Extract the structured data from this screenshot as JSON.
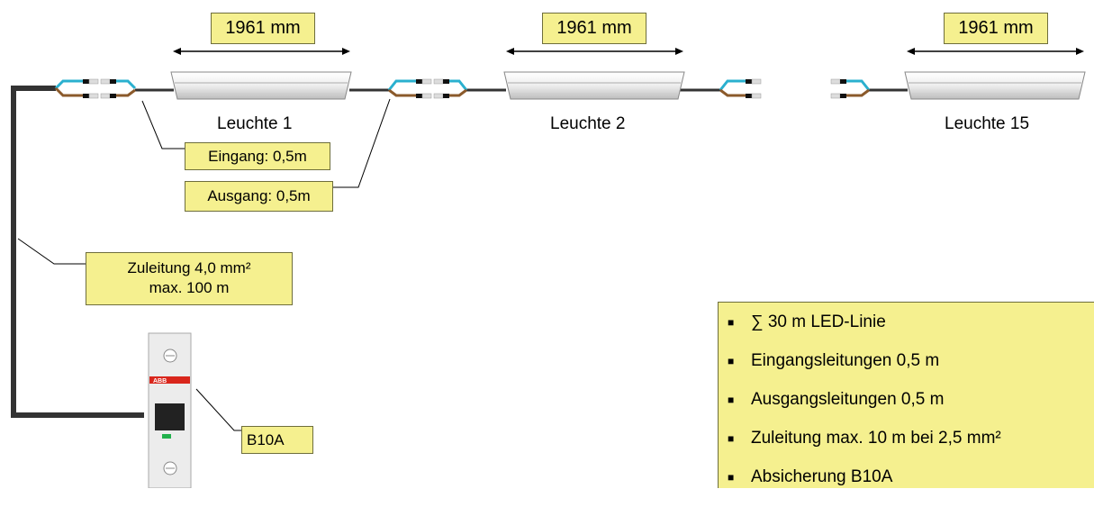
{
  "dimensions": {
    "lamp1": "1961 mm",
    "lamp2": "1961 mm",
    "lamp15": "1961 mm"
  },
  "lamps": {
    "lamp1": "Leuchte 1",
    "lamp2": "Leuchte 2",
    "lamp15": "Leuchte 15"
  },
  "callouts": {
    "input": "Eingang: 0,5m",
    "output": "Ausgang: 0,5m",
    "supply_line1": "Zuleitung 4,0 mm²",
    "supply_line2": "max. 100 m",
    "breaker": "B10A"
  },
  "breaker_brand": "ABB",
  "summary": [
    "∑ 30 m LED-Linie",
    "Eingangsleitungen 0,5 m",
    "Ausgangsleitungen 0,5 m",
    "Zuleitung max. 10 m bei 2,5 mm²",
    "Absicherung B10A"
  ],
  "colors": {
    "note_fill": "#f5f08f",
    "wire_blue": "#2ab0cf",
    "wire_brown": "#8b5a2b",
    "cable": "#333333",
    "breaker_red": "#d9261c"
  }
}
